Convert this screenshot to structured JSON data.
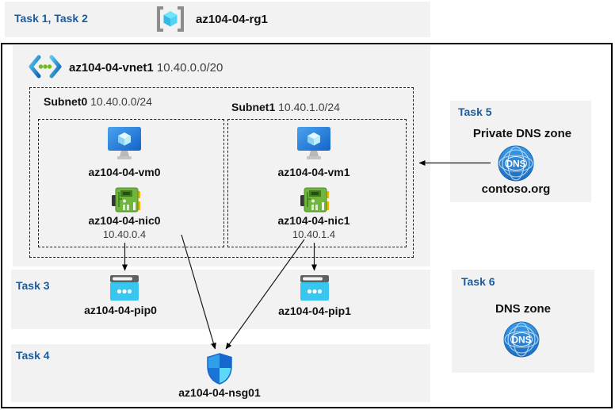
{
  "header": {
    "tasks_label": "Task 1, Task 2",
    "resource_group": "az104-04-rg1"
  },
  "vnet": {
    "name": "az104-04-vnet1",
    "cidr": "10.40.0.0/20",
    "subnets": [
      {
        "name": "Subnet0",
        "cidr": "10.40.0.0/24",
        "vm_name": "az104-04-vm0",
        "nic_name": "az104-04-nic0",
        "nic_ip": "10.40.0.4"
      },
      {
        "name": "Subnet1",
        "cidr": "10.40.1.0/24",
        "vm_name": "az104-04-vm1",
        "nic_name": "az104-04-nic1",
        "nic_ip": "10.40.1.4"
      }
    ]
  },
  "task3": {
    "label": "Task 3",
    "pip0_name": "az104-04-pip0",
    "pip1_name": "az104-04-pip1"
  },
  "task4": {
    "label": "Task 4",
    "nsg_name": "az104-04-nsg01"
  },
  "task5": {
    "label": "Task 5",
    "title": "Private DNS zone",
    "zone_name": "contoso.org",
    "dns_icon_text": "DNS"
  },
  "task6": {
    "label": "Task 6",
    "title": "DNS zone",
    "dns_icon_text": "DNS"
  },
  "colors": {
    "task_label_blue": "#1C5C9E",
    "panel_gray": "#F2F2F2",
    "vm_blue": "#1E6FD0",
    "nic_green": "#68AE3A",
    "pip_cyan": "#38C6EF",
    "dns_blue": "#2B87D8",
    "nsg_blue": "#1B6FD2"
  }
}
